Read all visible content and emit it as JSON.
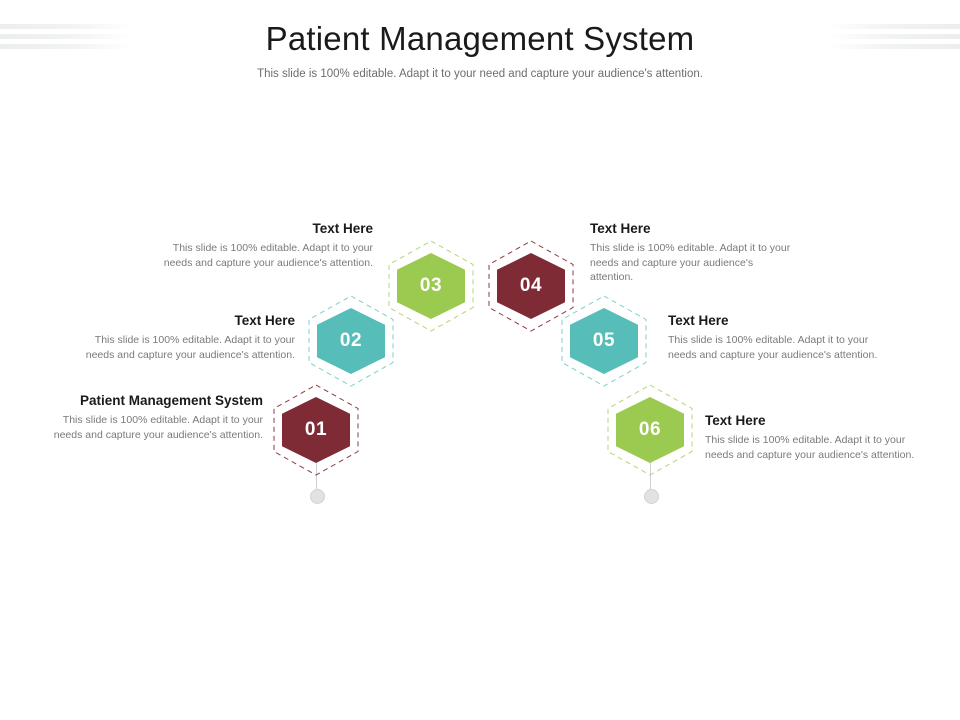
{
  "header": {
    "title": "Patient Management System",
    "subtitle": "This slide is 100% editable. Adapt it to your need and capture your audience's attention."
  },
  "colors": {
    "dark_red": "#7E2B36",
    "teal": "#56BDB9",
    "green": "#9ACA4F",
    "text_heading": "#1A1A1A",
    "text_body": "#7A7A7A",
    "connector": "#CFCFCF"
  },
  "nodes": [
    {
      "number": "01",
      "color_name": "dark-red",
      "fill": "#7E2B36",
      "ring": "#8C3A44"
    },
    {
      "number": "02",
      "color_name": "teal",
      "fill": "#56BDB9",
      "ring": "#7FCFCB"
    },
    {
      "number": "03",
      "color_name": "green",
      "fill": "#9ACA4F",
      "ring": "#B3D477"
    },
    {
      "number": "04",
      "color_name": "dark-red",
      "fill": "#7E2B36",
      "ring": "#8C3A44"
    },
    {
      "number": "05",
      "color_name": "teal",
      "fill": "#56BDB9",
      "ring": "#7FCFCB"
    },
    {
      "number": "06",
      "color_name": "green",
      "fill": "#9ACA4F",
      "ring": "#B3D477"
    }
  ],
  "items": [
    {
      "heading": "Patient Management System",
      "body": "This slide is 100% editable. Adapt it to your needs and capture your audience's attention."
    },
    {
      "heading": "Text Here",
      "body": "This slide is 100% editable. Adapt it to your needs and capture your audience's attention."
    },
    {
      "heading": "Text Here",
      "body": "This slide is 100% editable. Adapt it to your needs and capture your audience's attention."
    },
    {
      "heading": "Text Here",
      "body": "This slide is 100% editable. Adapt it to your needs and capture your audience's attention."
    },
    {
      "heading": "Text Here",
      "body": "This slide is 100% editable. Adapt it to your needs and capture your audience's attention."
    },
    {
      "heading": "Text Here",
      "body": "This slide is 100% editable. Adapt it to your needs and capture your audience's attention."
    }
  ]
}
